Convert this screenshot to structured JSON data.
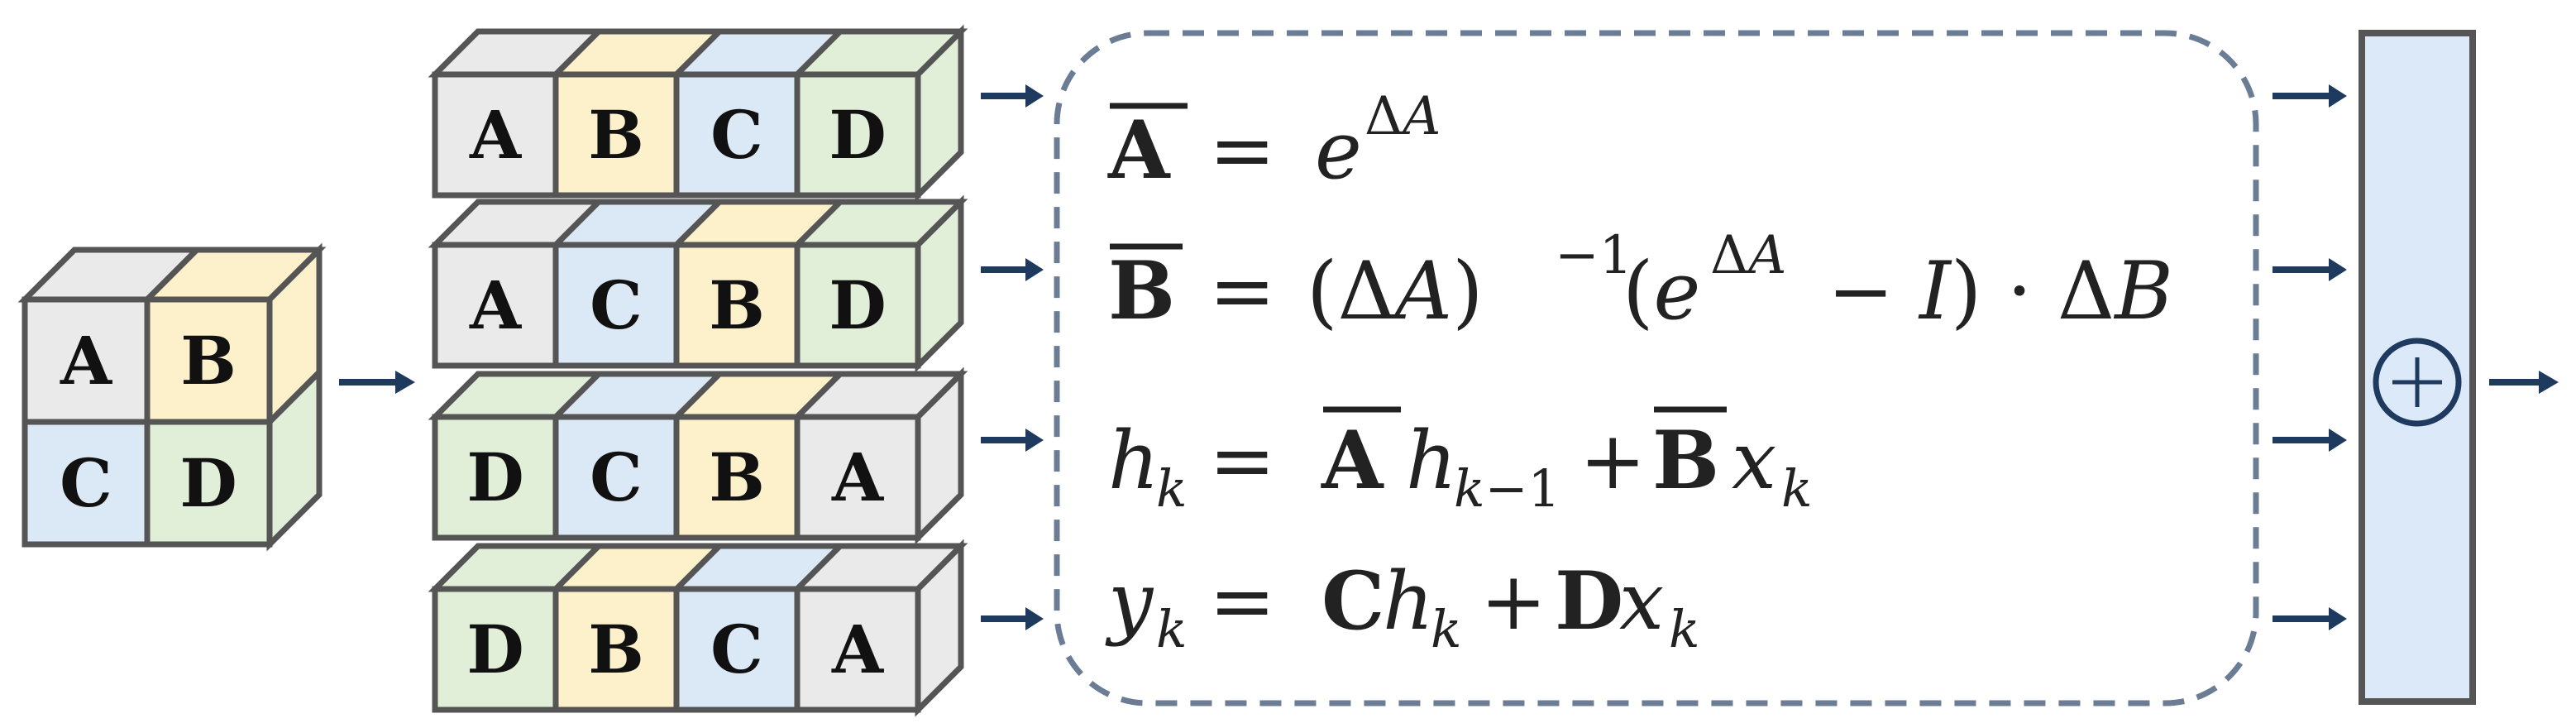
{
  "colors": {
    "A": "#eaeaea",
    "B": "#fdf1cc",
    "C": "#dbe8f6",
    "D": "#e1efd8",
    "stroke": "#555555",
    "arrow": "#1f3a5f",
    "sum_block": "#dce9f9",
    "dash_border": "#6b7d95"
  },
  "input_grid": {
    "cells": [
      {
        "label": "A",
        "color": "A"
      },
      {
        "label": "B",
        "color": "B"
      },
      {
        "label": "C",
        "color": "C"
      },
      {
        "label": "D",
        "color": "D"
      }
    ]
  },
  "sequences": [
    {
      "cells": [
        "A",
        "B",
        "C",
        "D"
      ]
    },
    {
      "cells": [
        "A",
        "C",
        "B",
        "D"
      ]
    },
    {
      "cells": [
        "D",
        "C",
        "B",
        "A"
      ]
    },
    {
      "cells": [
        "D",
        "B",
        "C",
        "A"
      ]
    }
  ],
  "equations": [
    {
      "name": "a-bar-eq"
    },
    {
      "name": "b-bar-eq"
    },
    {
      "name": "state-eq"
    },
    {
      "name": "output-eq"
    }
  ],
  "sum_symbol": "plus-circle-icon"
}
